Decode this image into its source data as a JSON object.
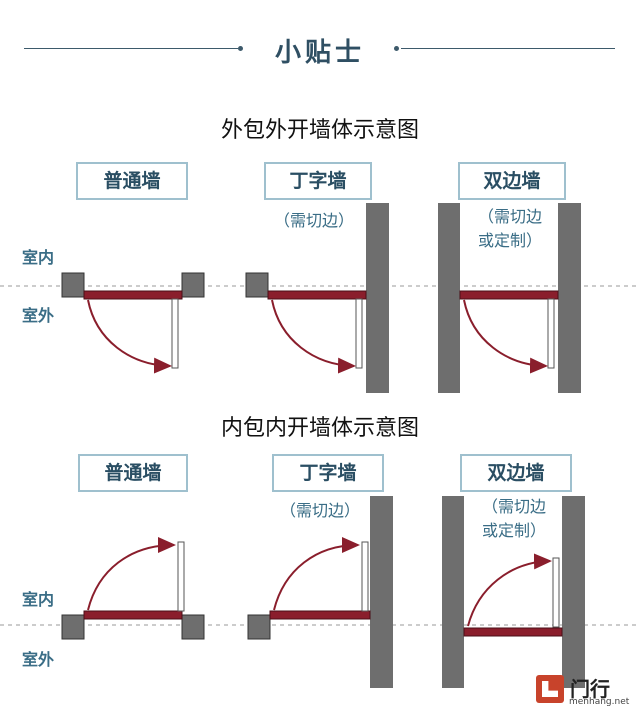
{
  "header": {
    "title": "小贴士"
  },
  "top_section": {
    "title": "外包外开墙体示意图",
    "labels": [
      "普通墙",
      "丁字墙",
      "双边墙"
    ],
    "note_t": "（需切边）",
    "note_double_1": "（需切边",
    "note_double_2": "或定制）",
    "side_inside": "室内",
    "side_outside": "室外"
  },
  "bottom_section": {
    "title": "内包内开墙体示意图",
    "labels": [
      "普通墙",
      "丁字墙",
      "双边墙"
    ],
    "note_t": "（需切边）",
    "note_double_1": "（需切边",
    "note_double_2": "或定制）",
    "side_inside": "室内",
    "side_outside": "室外"
  },
  "logo": {
    "name": "门行",
    "url": "menhang.net"
  },
  "colors": {
    "wall": "#6e6e6e",
    "door": "#8a1e2c",
    "accent": "#2a4e63",
    "label_border": "#9fc0ce"
  }
}
